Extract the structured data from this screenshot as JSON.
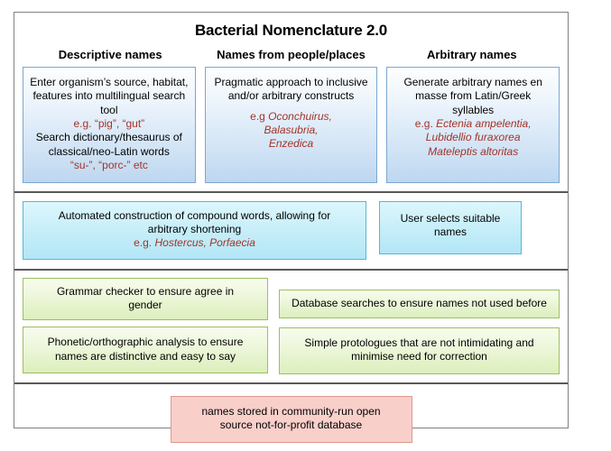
{
  "figure": {
    "title": "Bacterial Nomenclature 2.0",
    "column_headers": [
      "Descriptive names",
      "Names from people/places",
      "Arbitrary names"
    ],
    "colors": {
      "frame_border": "#808080",
      "divider": "#595959",
      "blue_border": "#7ba7d1",
      "blue_fill": "#bdd7ef",
      "cyan_border": "#56b8d4",
      "cyan_fill": "#b2e6f6",
      "green_border": "#9cbf62",
      "green_fill": "#dcefbc",
      "pink_border": "#e0978f",
      "pink_fill": "#f9cfca",
      "example_text": "#a33329",
      "body_text": "#000000"
    },
    "descriptive_box": {
      "line1": "Enter organism’s source, habitat,",
      "line2": "features into multilingual search",
      "line3": "tool",
      "example1": "e.g. “pig”, “gut”",
      "line4": "Search dictionary/thesaurus of",
      "line5": "classical/neo-Latin words",
      "example2": "“su-”, “porc-” etc"
    },
    "people_places_box": {
      "line1": "Pragmatic approach to inclusive",
      "line2": "and/or arbitrary constructs",
      "example_prefix": "e.g",
      "example1": "Oconchuirus,",
      "example2": "Balasubria,",
      "example3": "Enzedica"
    },
    "arbitrary_box": {
      "line1": "Generate arbitrary names en",
      "line2": "masse from Latin/Greek",
      "line3": "syllables",
      "example_prefix": "e.g.",
      "example1": "Ectenia ampelentia,",
      "example2": "Lubidellio furaxorea",
      "example3": "Mateleptis altoritas"
    },
    "compound_box": {
      "line1": "Automated construction of compound words, allowing for",
      "line2": "arbitrary shortening",
      "example_prefix": "e.g.",
      "example1": "Hostercus, Porfaecia"
    },
    "user_selects_box": {
      "line1": "User selects suitable",
      "line2": "names"
    },
    "grammar_box": {
      "line1": "Grammar checker to ensure agree in",
      "line2": "gender"
    },
    "phonetic_box": {
      "line1": "Phonetic/orthographic analysis to ensure",
      "line2": "names are distinctive and easy to say"
    },
    "database_search_box": {
      "line1": "Database searches to ensure names not used before"
    },
    "protologue_box": {
      "line1": "Simple protologues that are not intimidating and",
      "line2": "minimise need for correction"
    },
    "storage_box": {
      "line1": "names stored in community-run open",
      "line2": "source not-for-profit database"
    }
  }
}
